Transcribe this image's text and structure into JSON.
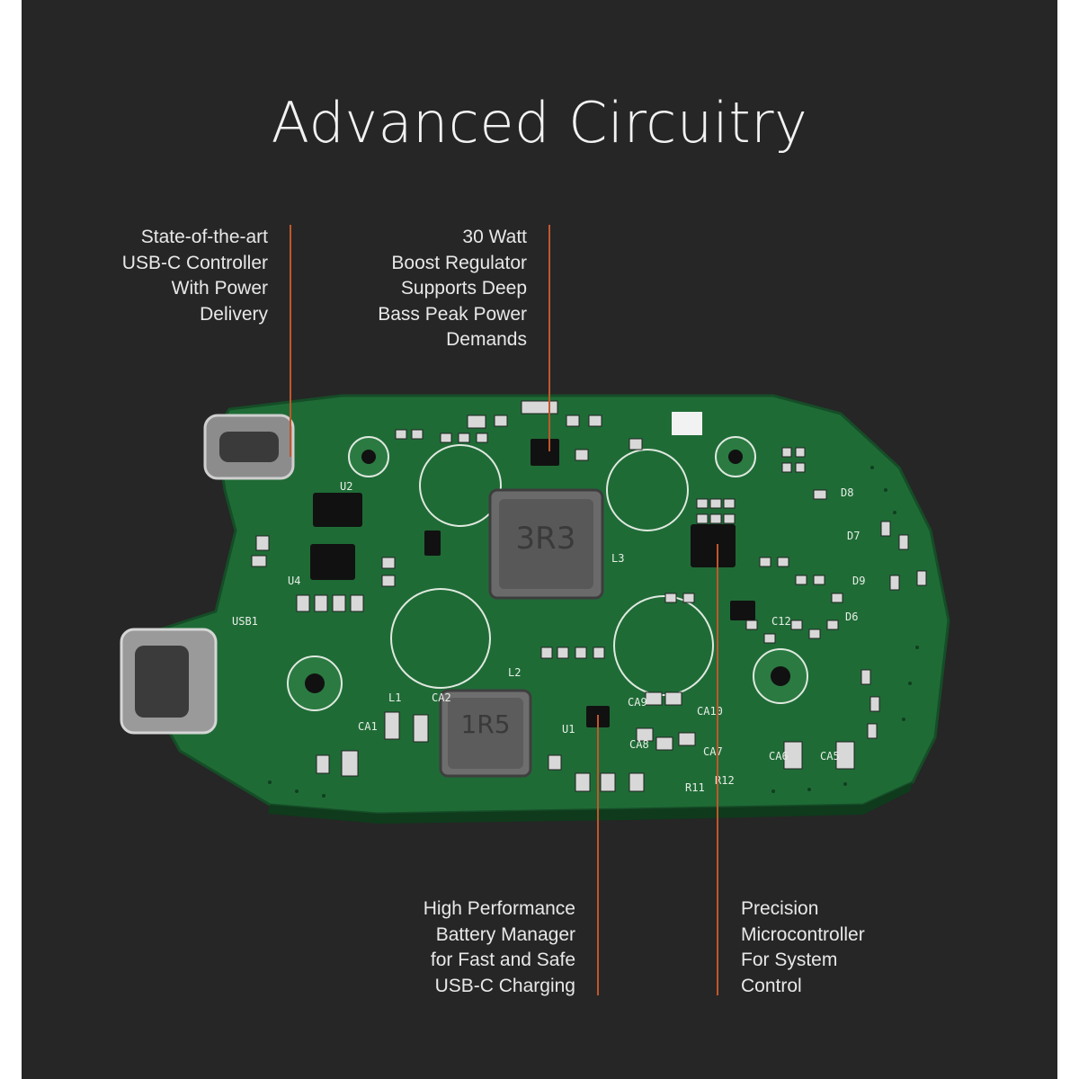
{
  "title": "Advanced Circuitry",
  "colors": {
    "background": "#262626",
    "board": "#1f6b36",
    "silkscreen": "#e6efe6",
    "leader_line": "#c0572c",
    "text": "#e8e8e8"
  },
  "callouts": [
    {
      "id": "usb-c-controller",
      "text": "State-of-the-art\nUSB-C Controller\nWith Power\nDelivery"
    },
    {
      "id": "boost-regulator",
      "text": "30 Watt\nBoost Regulator\nSupports Deep\nBass Peak Power\nDemands"
    },
    {
      "id": "battery-manager",
      "text": "High Performance\nBattery Manager\nfor Fast and Safe\nUSB-C Charging"
    },
    {
      "id": "microcontroller",
      "text": "Precision\nMicrocontroller\nFor System\nControl"
    }
  ],
  "board_markings": {
    "inductor_main": "3R3",
    "inductor_small": "1R5",
    "labels": [
      "L3",
      "L2",
      "L1",
      "U1",
      "U2",
      "U4",
      "USB1",
      "CA1",
      "CA2",
      "CA6",
      "CA5",
      "CA7",
      "CA8",
      "CA9",
      "CA10",
      "R12",
      "R11",
      "C12",
      "D6",
      "D7",
      "D8",
      "D9"
    ]
  }
}
